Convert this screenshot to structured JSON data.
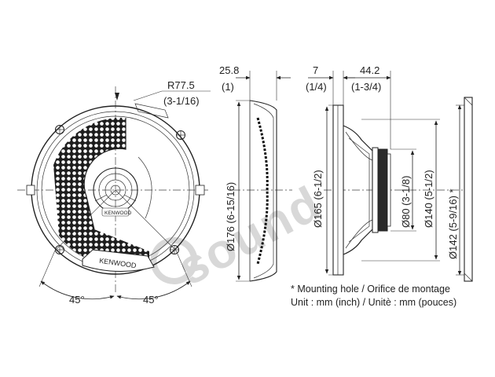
{
  "watermark": "sound",
  "brand": {
    "front_logo": "KENWOOD",
    "tweeter_logo": "KENWOOD"
  },
  "front_view": {
    "radius_value": "R77.5",
    "radius_inch": "(3-1/16)",
    "angle_left": "45°",
    "angle_right": "45°"
  },
  "side_view": {
    "depth_value": "25.8",
    "depth_inch": "(1)",
    "diameter_label": "Ø176 (6-15/16)"
  },
  "cutaway_view": {
    "flange_value": "7",
    "flange_inch": "(1/4)",
    "mount_depth_value": "44.2",
    "mount_depth_inch": "(1-3/4)",
    "diameter_165": "Ø165 (6-1/2)",
    "diameter_80": "Ø80 (3-1/8)",
    "diameter_140": "Ø140 (5-1/2)",
    "diameter_142": "Ø142 (5-9/16) *"
  },
  "notes": {
    "mounting_hole": "* Mounting hole / Orifice de montage",
    "units": "Unit : mm (inch) / Unitè : mm (pouces)"
  }
}
